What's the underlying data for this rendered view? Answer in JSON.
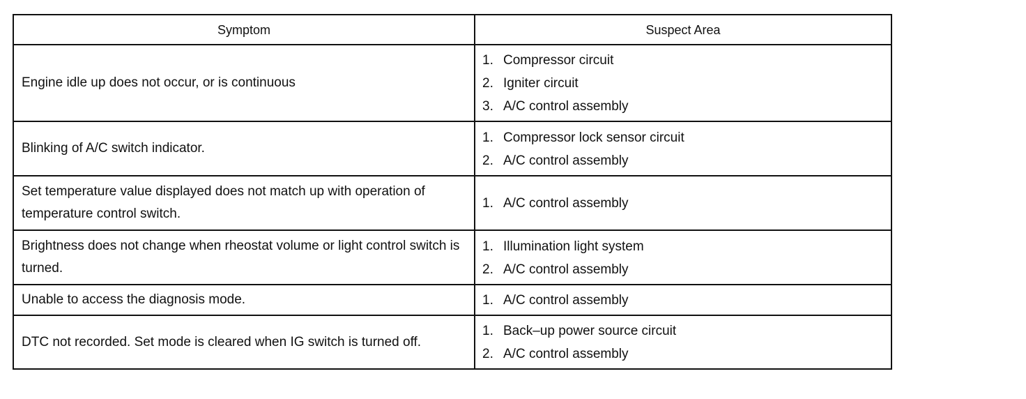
{
  "table": {
    "headers": {
      "symptom": "Symptom",
      "suspect": "Suspect Area"
    },
    "rows": [
      {
        "symptom": "Engine idle up does not occur, or is continuous",
        "suspects": [
          {
            "num": "1.",
            "text": "Compressor circuit"
          },
          {
            "num": "2.",
            "text": "Igniter circuit"
          },
          {
            "num": "3.",
            "text": "A/C control assembly"
          }
        ]
      },
      {
        "symptom": "Blinking of A/C switch indicator.",
        "suspects": [
          {
            "num": "1.",
            "text": "Compressor lock sensor circuit"
          },
          {
            "num": "2.",
            "text": "A/C control assembly"
          }
        ]
      },
      {
        "symptom": "Set temperature value displayed does not match up with operation of temperature control switch.",
        "suspects": [
          {
            "num": "1.",
            "text": "A/C control assembly"
          }
        ]
      },
      {
        "symptom": "Brightness does not change when rheostat volume or light control switch is turned.",
        "suspects": [
          {
            "num": "1.",
            "text": "Illumination light system"
          },
          {
            "num": "2.",
            "text": "A/C control assembly"
          }
        ]
      },
      {
        "symptom": "Unable to access the diagnosis mode.",
        "suspects": [
          {
            "num": "1.",
            "text": "A/C control assembly"
          }
        ]
      },
      {
        "symptom": "DTC not recorded. Set mode is cleared when IG switch is turned off.",
        "suspects": [
          {
            "num": "1.",
            "text": "Back–up power source circuit"
          },
          {
            "num": "2.",
            "text": "A/C control assembly"
          }
        ]
      }
    ]
  }
}
